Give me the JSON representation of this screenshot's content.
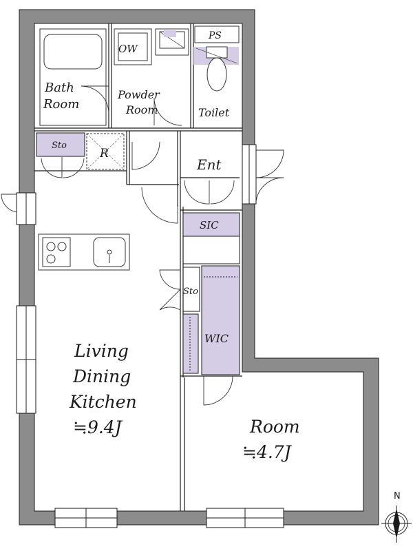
{
  "labels": {
    "bath_1": "Bath",
    "bath_2": "Room",
    "powder_1": "Powder",
    "powder_2": "Room",
    "toilet": "Toilet",
    "ps": "PS",
    "washer": "OW",
    "storage_top": "Sto",
    "refrigerator": "R",
    "entrance": "Ent",
    "shoe_closet": "SIC",
    "storage_mid": "Sto",
    "walk_in_closet": "WIC",
    "ldk_1": "Living",
    "ldk_2": "Dining",
    "ldk_3": "Kitchen",
    "ldk_area": "≒9.4J",
    "room": "Room",
    "room_area": "≒4.7J",
    "north": "N"
  },
  "colors": {
    "wall": "#8c8c8c",
    "closet_fill": "#d5cce6",
    "line": "#1a1a1a"
  },
  "icons": {
    "compass": "compass-icon",
    "stove": "stove-icon",
    "sink": "sink-icon"
  }
}
